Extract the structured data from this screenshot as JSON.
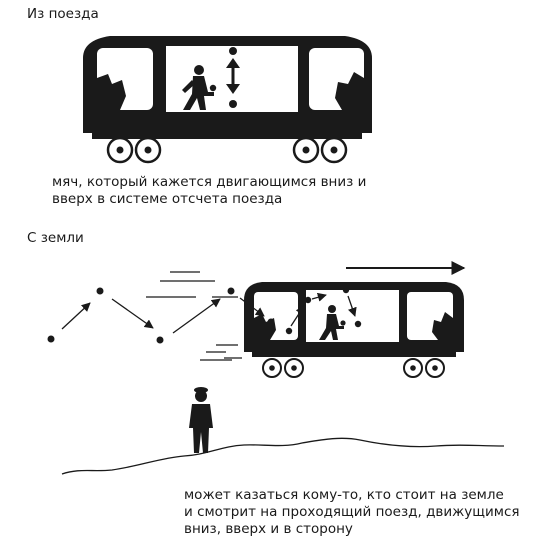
{
  "top_section": {
    "title": "Из поезда",
    "caption_line1": "мяч, который кажется двигающимся вниз и",
    "caption_line2": "вверх в системе отсчета поезда"
  },
  "bottom_section": {
    "title": "С земли",
    "caption_line1": "может казаться кому-то, кто стоит на земле",
    "caption_line2": "и смотрит на проходящий поезд, движущимся",
    "caption_line3": "вниз, вверх и в сторону"
  },
  "colors": {
    "ink": "#1a1a1a",
    "paper": "#ffffff"
  },
  "icons": [
    "train-car-icon",
    "person-dribbling-icon",
    "standing-observer-icon",
    "ball-icon",
    "arrow-icon"
  ]
}
